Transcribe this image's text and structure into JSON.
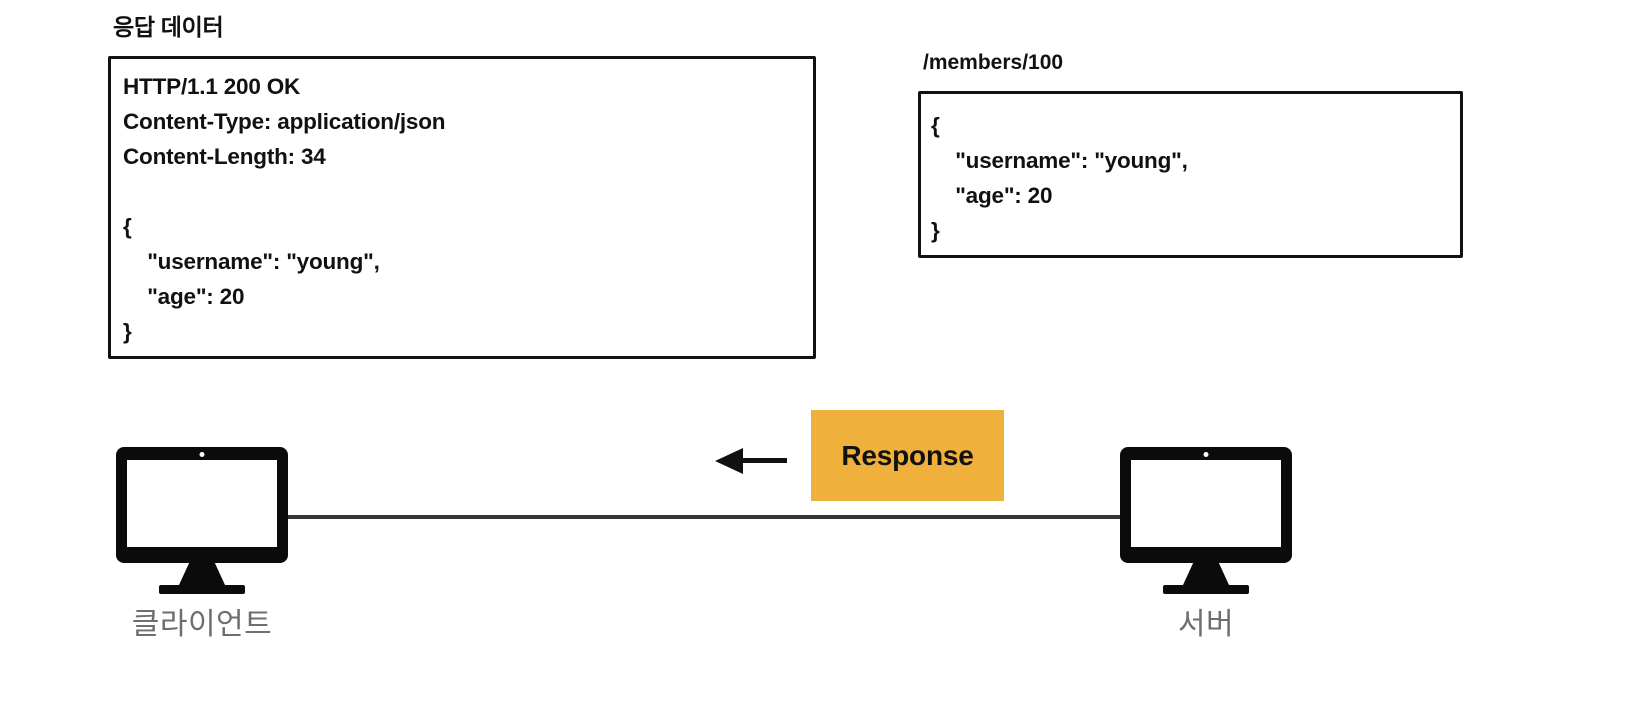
{
  "diagram": {
    "section_title": "응답 데이터",
    "response_box": {
      "code": "HTTP/1.1 200 OK\nContent-Type: application/json\nContent-Length: 34\n\n{\n    \"username\": \"young\",\n    \"age\": 20\n}"
    },
    "resource": {
      "endpoint_label": "/members/100",
      "code": "{\n    \"username\": \"young\",\n    \"age\": 20\n}"
    },
    "nodes": {
      "client_label": "클라이언트",
      "server_label": "서버"
    },
    "badge": {
      "label": "Response",
      "color": "#EFB03C"
    },
    "arrow": {
      "direction": "left",
      "color": "#111111"
    },
    "colors": {
      "ink": "#111111",
      "label_gray": "#6E6E6E",
      "background": "#FFFFFF",
      "accent_orange": "#EFB03C"
    }
  }
}
